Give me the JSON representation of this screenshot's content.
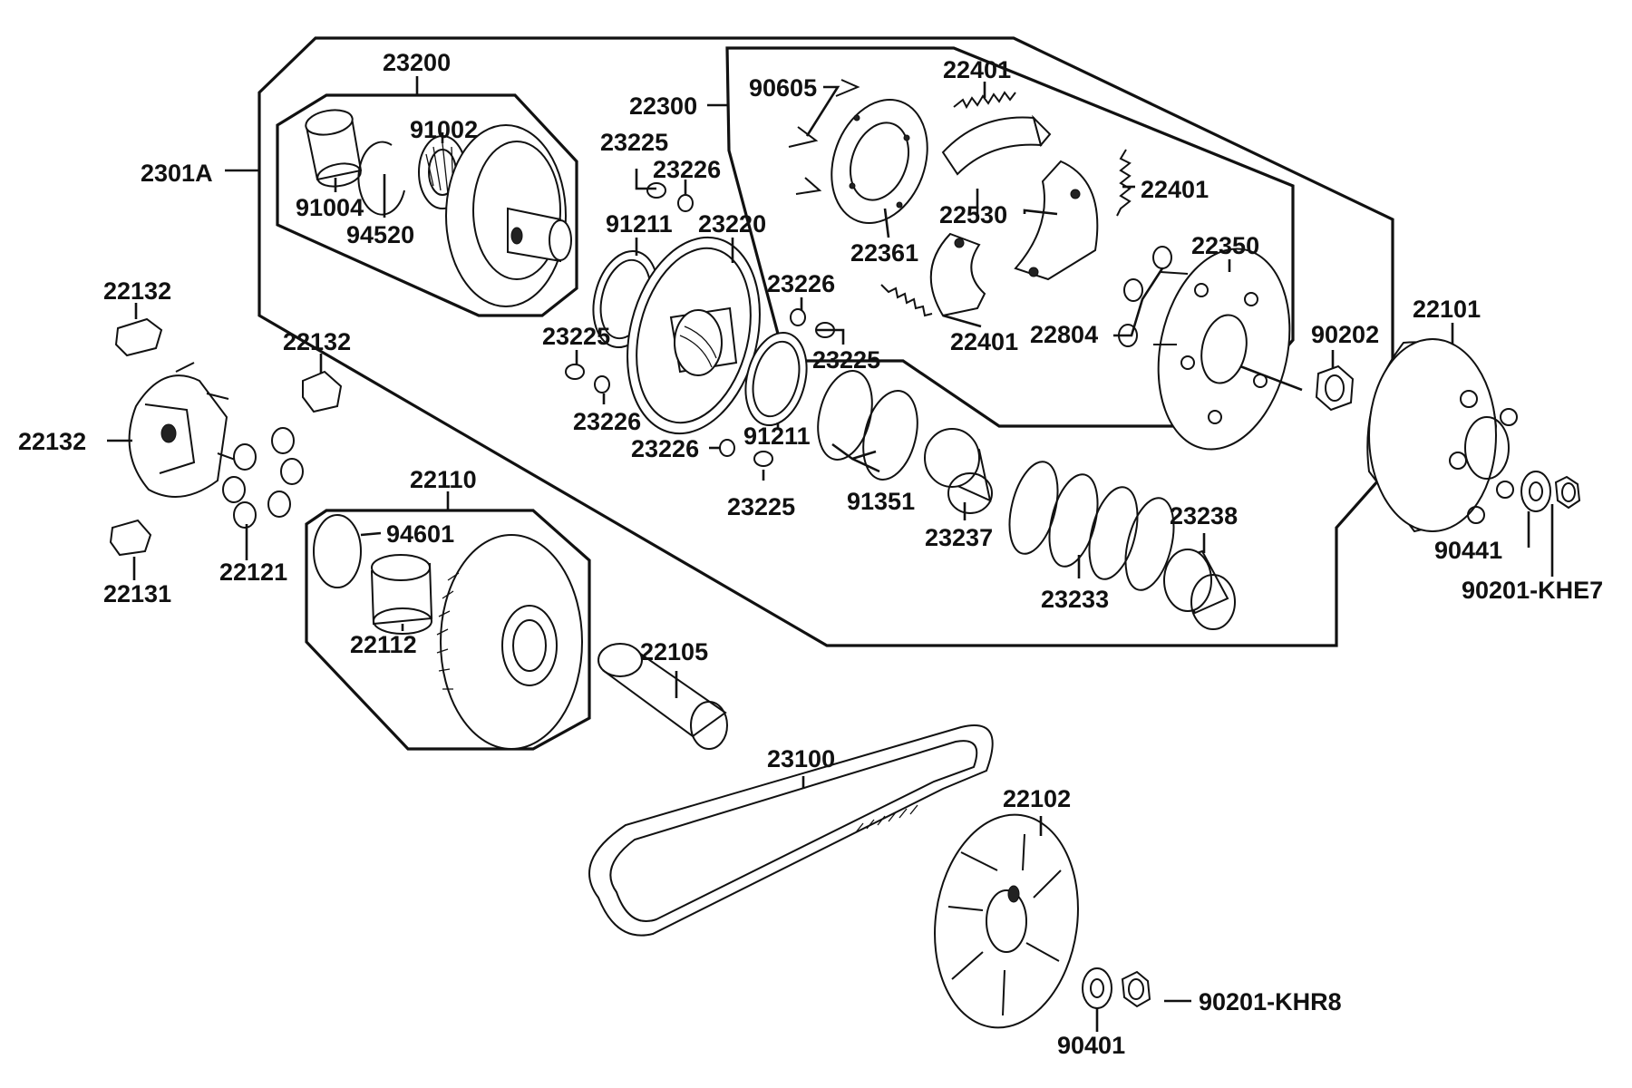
{
  "parts": [
    {
      "key": "p2301A",
      "number": "2301A"
    },
    {
      "key": "p23200",
      "number": "23200"
    },
    {
      "key": "p91002",
      "number": "91002"
    },
    {
      "key": "p91004",
      "number": "91004"
    },
    {
      "key": "p94520",
      "number": "94520"
    },
    {
      "key": "p22300",
      "number": "22300"
    },
    {
      "key": "p90605",
      "number": "90605"
    },
    {
      "key": "p22401a",
      "number": "22401"
    },
    {
      "key": "p22401b",
      "number": "22401"
    },
    {
      "key": "p22401c",
      "number": "22401"
    },
    {
      "key": "p22530",
      "number": "22530"
    },
    {
      "key": "p22361",
      "number": "22361"
    },
    {
      "key": "p22350",
      "number": "22350"
    },
    {
      "key": "p22804",
      "number": "22804"
    },
    {
      "key": "p90202",
      "number": "90202"
    },
    {
      "key": "p23225a",
      "number": "23225"
    },
    {
      "key": "p23226a",
      "number": "23226"
    },
    {
      "key": "p91211a",
      "number": "91211"
    },
    {
      "key": "p23220",
      "number": "23220"
    },
    {
      "key": "p23226b",
      "number": "23226"
    },
    {
      "key": "p23225b",
      "number": "23225"
    },
    {
      "key": "p23225c",
      "number": "23225"
    },
    {
      "key": "p23226c",
      "number": "23226"
    },
    {
      "key": "p91211b",
      "number": "91211"
    },
    {
      "key": "p23226d",
      "number": "23226"
    },
    {
      "key": "p23225d",
      "number": "23225"
    },
    {
      "key": "p91351",
      "number": "91351"
    },
    {
      "key": "p23237",
      "number": "23237"
    },
    {
      "key": "p23233",
      "number": "23233"
    },
    {
      "key": "p23238",
      "number": "23238"
    },
    {
      "key": "p22101",
      "number": "22101"
    },
    {
      "key": "p90441",
      "number": "90441"
    },
    {
      "key": "p90201KHE7",
      "number": "90201-KHE7"
    },
    {
      "key": "p22132a",
      "number": "22132"
    },
    {
      "key": "p22132b",
      "number": "22132"
    },
    {
      "key": "p22132c",
      "number": "22132"
    },
    {
      "key": "p22131",
      "number": "22131"
    },
    {
      "key": "p22121",
      "number": "22121"
    },
    {
      "key": "p22110",
      "number": "22110"
    },
    {
      "key": "p94601",
      "number": "94601"
    },
    {
      "key": "p22112",
      "number": "22112"
    },
    {
      "key": "p22105",
      "number": "22105"
    },
    {
      "key": "p23100",
      "number": "23100"
    },
    {
      "key": "p22102",
      "number": "22102"
    },
    {
      "key": "p90401",
      "number": "90401"
    },
    {
      "key": "p90201KHR8",
      "number": "90201-KHR8"
    }
  ]
}
